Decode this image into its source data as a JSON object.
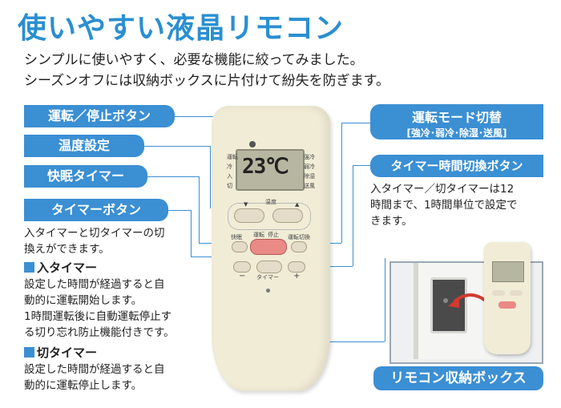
{
  "page": {
    "title": "使いやすい液晶リモコン",
    "subtitle_lines": [
      "シンプルに使いやすく、必要な機能に絞ってみました。",
      "シーズンオフには収納ボックスに片付けて紛失を防ぎます。"
    ]
  },
  "labels": {
    "run_stop": "運転／停止ボタン",
    "temp": "温度設定",
    "sleep_timer": "快眠タイマー",
    "timer_button": "タイマーボタン",
    "mode_switch": "運転モード切替",
    "mode_switch_sub": "[強冷･弱冷･除湿･送風]",
    "timer_toggle": "タイマー時間切換ボタン",
    "storage_box": "リモコン収納ボックス"
  },
  "texts": {
    "timer_button_desc": [
      "入タイマーと切タイマーの切",
      "換えができます。"
    ],
    "on_timer_head": "入タイマー",
    "on_timer_desc": [
      "設定した時間が経過すると自",
      "動的に運転開始します。",
      "1時間運転後に自動運転停止す",
      "る切り忘れ防止機能付きです。"
    ],
    "off_timer_head": "切タイマー",
    "off_timer_desc": [
      "設定した時間が経過すると自",
      "動的に運転停止します。"
    ],
    "timer_toggle_desc": [
      "入タイマー／切タイマーは12",
      "時間まで、1時間単位で設定で",
      "きます。"
    ]
  },
  "remote": {
    "lcd_temp": "23℃",
    "lcd_left": [
      "運転",
      "冷",
      "入",
      "切"
    ],
    "lcd_right": [
      "強冷",
      "弱冷",
      "除湿",
      "送風"
    ],
    "btn_run": "運転",
    "btn_stop": "停止",
    "btn_sleep": "快眠",
    "btn_mode": "運転切換",
    "timer_label": "タイマー",
    "temp_down": "▼",
    "temp_up": "▲",
    "minus": "−",
    "plus": "+",
    "temp_caption": "温度"
  },
  "colors": {
    "accent": "#3b8fd3",
    "title": "#2a8fd0",
    "remote_body": "#f1ecd6",
    "red_button": "#e98a86"
  }
}
